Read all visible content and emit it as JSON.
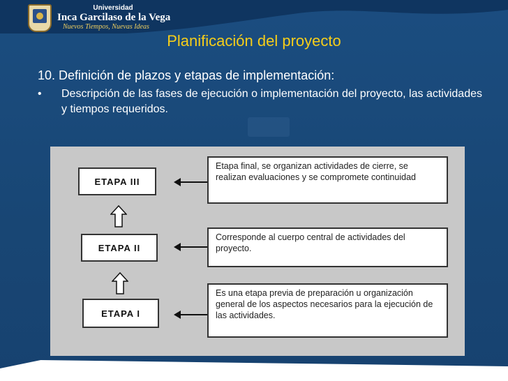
{
  "header": {
    "university_line1": "Universidad",
    "university_line2": "Inca Garcilaso de la Vega",
    "motto": "Nuevos Tiempos, Nuevas Ideas"
  },
  "slide": {
    "title": "Planificación del proyecto",
    "heading": "10. Definición de plazos y etapas de implementación:",
    "bullet_symbol": "•",
    "bullet_text": "Descripción de las fases de ejecución o implementación del proyecto, las actividades y tiempos requeridos."
  },
  "diagram": {
    "stages": [
      {
        "label": "ETAPA III",
        "description": "Etapa final, se organizan actividades de cierre, se realizan evaluaciones y se compromete continuidad"
      },
      {
        "label": "ETAPA II",
        "description": "Corresponde al cuerpo central de actividades del proyecto."
      },
      {
        "label": "ETAPA I",
        "description": "Es una etapa previa de preparación u organización general de los aspectos necesarios para la ejecución de las actividades."
      }
    ]
  }
}
